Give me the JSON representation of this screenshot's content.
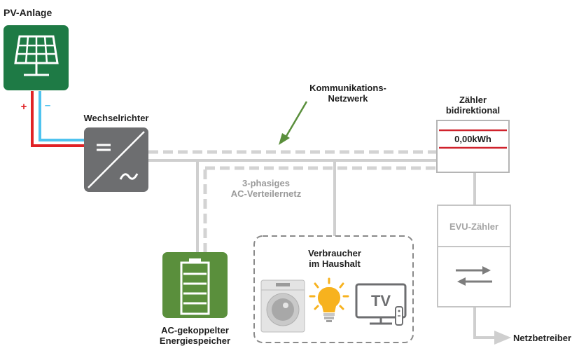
{
  "labels": {
    "pv": "PV-Anlage",
    "plus": "+",
    "minus": "–",
    "inverter": "Wechselrichter",
    "comm_line1": "Kommunikations-",
    "comm_line2": "Netzwerk",
    "meter_line1": "Zähler",
    "meter_line2": "bidirektional",
    "meter_value": "0,00kWh",
    "ac_line1": "3-phasiges",
    "ac_line2": "AC-Verteilernetz",
    "evu": "EVU-Zähler",
    "consumers_line1": "Verbraucher",
    "consumers_line2": "im Haushalt",
    "tv": "TV",
    "storage_line1": "AC-gekoppelter",
    "storage_line2": "Energiespeicher",
    "grid": "Netzbetreiber"
  },
  "colors": {
    "pv_green": "#1e7a45",
    "battery_green": "#5a8f3c",
    "inverter_gray": "#6d6e70",
    "line_gray": "#cfcfcf",
    "plus_red": "#e02226",
    "minus_blue": "#4fc3ef",
    "arrow_green": "#5a8f3c",
    "meter_red": "#d0222c",
    "bulb_yellow": "#f7b21e"
  }
}
